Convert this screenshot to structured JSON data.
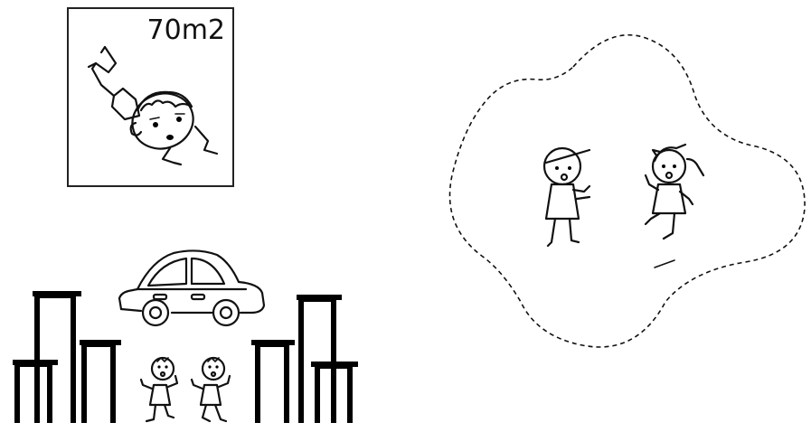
{
  "panel": {
    "area_label": "70m2"
  },
  "colors": {
    "ink": "#111111",
    "background": "#ffffff"
  },
  "scene": {
    "figures": [
      "falling-child",
      "buildings",
      "car",
      "children-pair-street",
      "children-pair-blob"
    ]
  }
}
